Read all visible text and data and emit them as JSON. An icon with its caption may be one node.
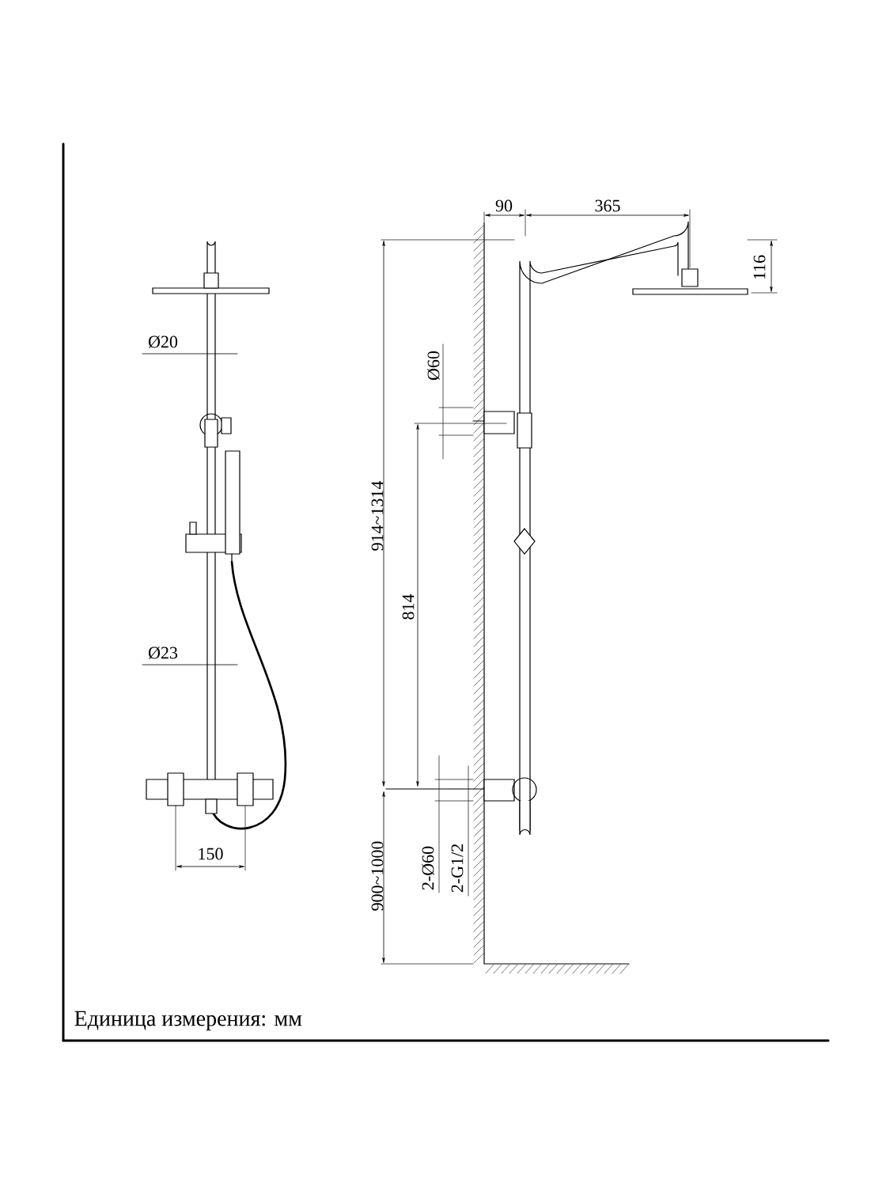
{
  "diagram": {
    "labels": [
      "90",
      "365",
      "116",
      "Ø20",
      "Ø60",
      "914~1314",
      "814",
      "Ø23",
      "150",
      "900~1000",
      "2-Ø60",
      "2-G1/2",
      "Единица измерения: мм"
    ]
  }
}
